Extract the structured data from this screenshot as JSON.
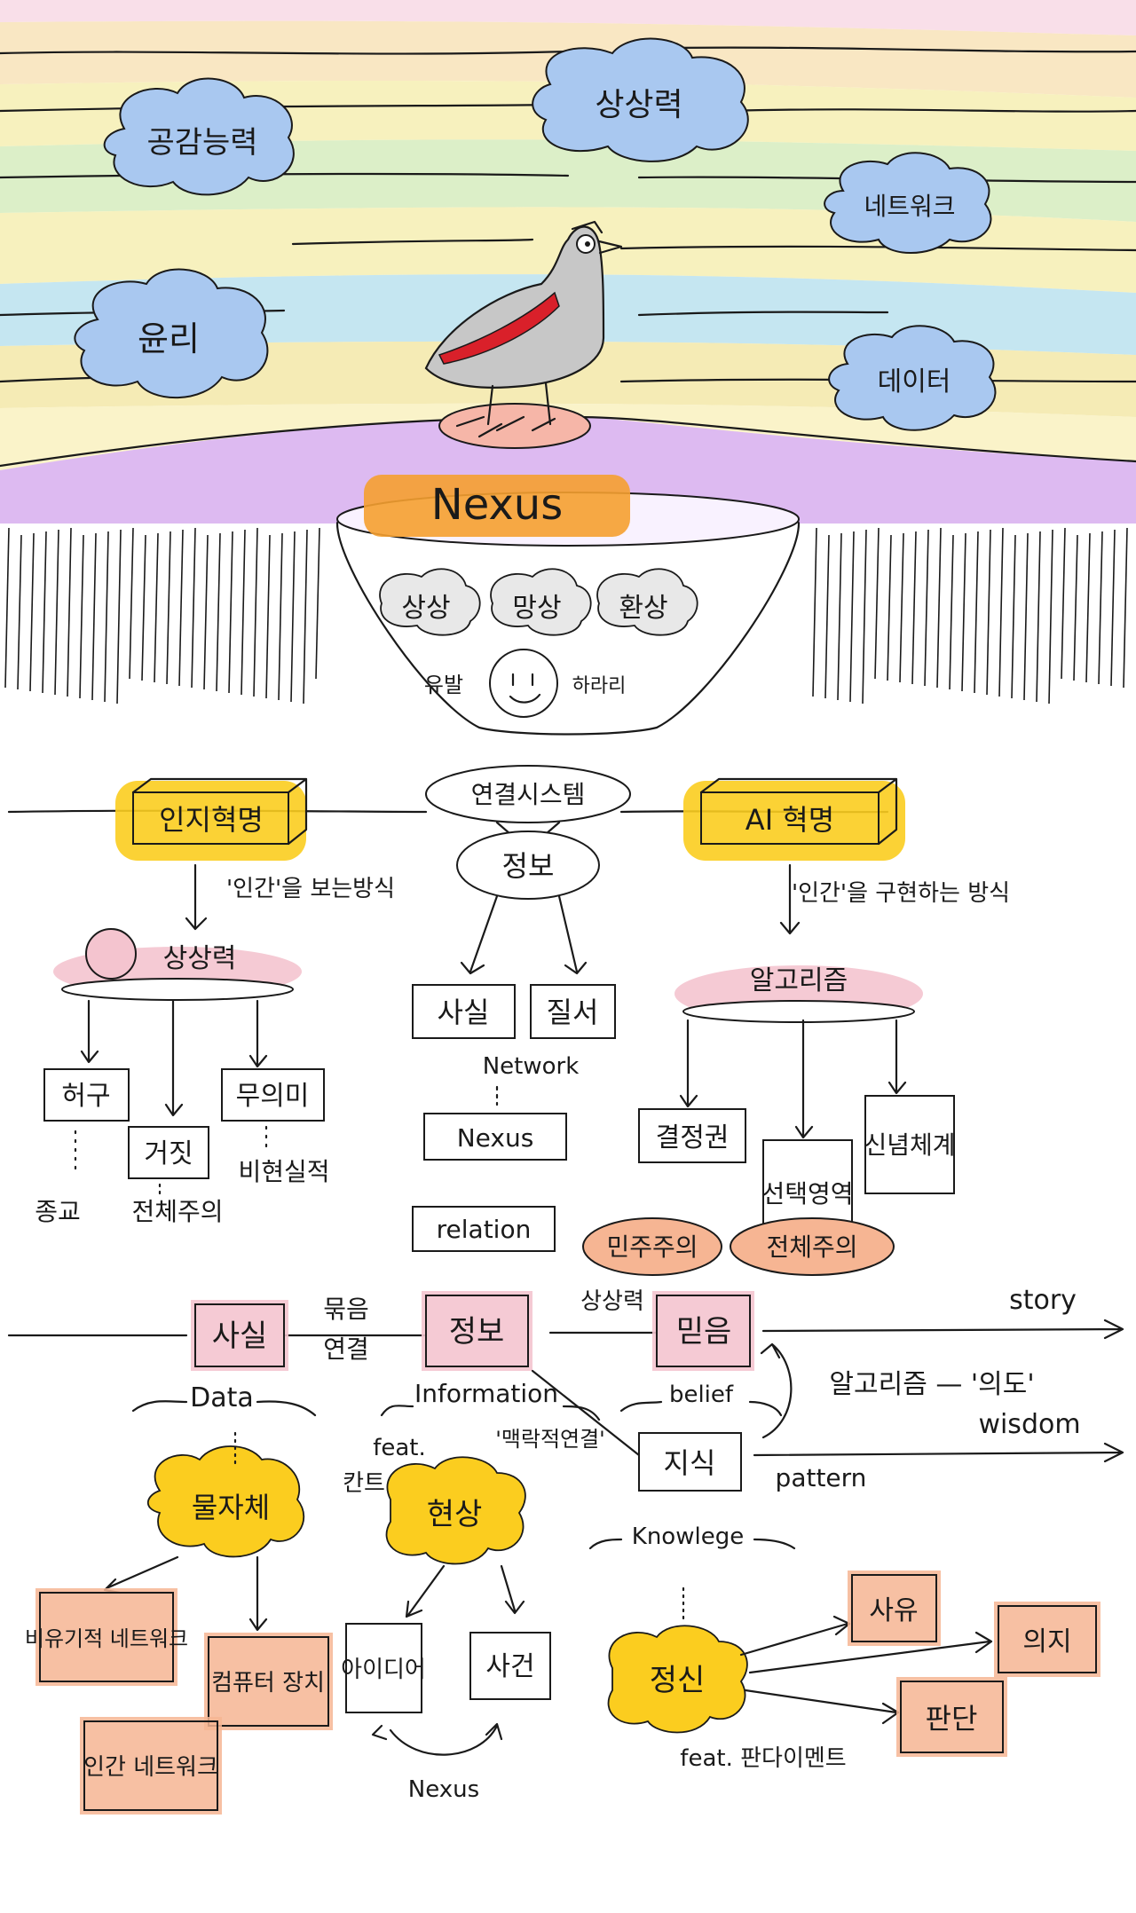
{
  "colors": {
    "cloud": "#a9c8f0",
    "highlight_yellow": "#fbcd1f",
    "highlight_orange": "#f5a030",
    "highlight_pink": "#f4c4cf",
    "highlight_salmon": "#f6b593",
    "sky_purple": "#d9b3f0",
    "bird_red": "#d9202a",
    "bird_grey": "#c7c7c7"
  },
  "sky": {
    "clouds": [
      "공감능력",
      "상상력",
      "네트워크",
      "윤리",
      "데이터"
    ],
    "nexus_label": "Nexus",
    "underground": [
      "상상",
      "망상",
      "환상"
    ],
    "left_word": "유발",
    "right_word": "하라리"
  },
  "center_column": {
    "connection_system": "연결시스템",
    "info_oval": "정보",
    "fact_box": "사실",
    "order_box": "질서",
    "network_label": "Network",
    "nexus_box": "Nexus",
    "relation_box": "relation"
  },
  "left_column": {
    "title": "인지혁명",
    "subtitle": "'인간'을 보는방식",
    "imagination": "상상력",
    "boxes": [
      "허구",
      "거짓",
      "무의미"
    ],
    "sub_labels": [
      "종교",
      "전체주의",
      "비현실적"
    ]
  },
  "right_column": {
    "title": "AI 혁명",
    "subtitle": "'인간'을 구현하는 방식",
    "algorithm": "알고리즘",
    "boxes": [
      "결정권",
      "선택영역",
      "신념체계"
    ],
    "politics": [
      "민주주의",
      "전체주의"
    ],
    "imagination_small": "상상력"
  },
  "story_line": {
    "fact": "사실",
    "collect": "묶음",
    "connect": "연결",
    "info": "정보",
    "belief": "믿음",
    "story": "story",
    "data_label": "Data",
    "info_label": "Information",
    "belief_label": "belief",
    "algorithm_intent": "알고리즘 — '의도'",
    "knowledge": "지식",
    "wisdom": "wisdom",
    "pattern": "pattern",
    "context": "'맥락적연결'",
    "knowledge_label": "Knowlege"
  },
  "bottom": {
    "matter": "물자체",
    "feat_label": "feat.",
    "kant": "칸트",
    "phenomenon": "현상",
    "non_org_network": "비유기적 네트워크",
    "computer_device": "컴퓨터 장치",
    "human_network": "인간 네트워크",
    "idea": "아이디어",
    "event": "사건",
    "nexus_loop": "Nexus",
    "spirit": "정신",
    "thought": "사유",
    "will": "의지",
    "judgement": "판단",
    "feat_pandemic": "feat. 판다이멘트"
  }
}
